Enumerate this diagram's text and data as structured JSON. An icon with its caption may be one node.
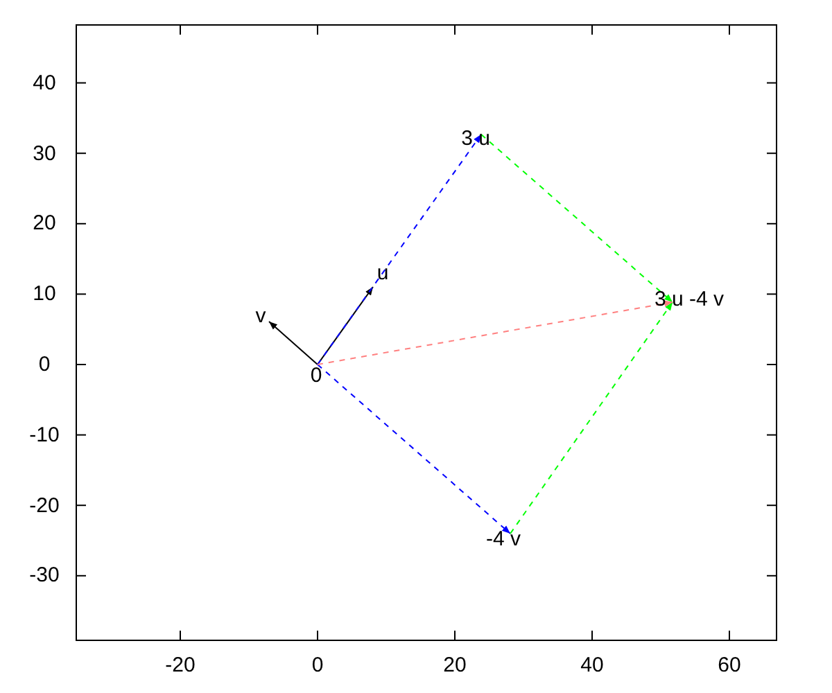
{
  "diagram": {
    "nodes": [
      {
        "text": [
          "0"
        ]
      },
      {
        "text": [
          "u"
        ]
      },
      {
        "text": [
          "v"
        ]
      },
      {
        "text": [
          "3 u"
        ]
      },
      {
        "text": [
          "-4 v"
        ]
      },
      {
        "text": [
          "3 u -4 v"
        ]
      }
    ],
    "edges": [
      {
        "from": 0,
        "to": 1,
        "arrow": "to"
      },
      {
        "from": 0,
        "to": 2,
        "arrow": "to"
      },
      {
        "from": 0,
        "to": 3,
        "arrow": "to",
        "style": "dashed",
        "color": "#0000ff"
      },
      {
        "from": 0,
        "to": 4,
        "arrow": "to",
        "style": "dashed",
        "color": "#0000ff"
      },
      {
        "from": 3,
        "to": 5,
        "arrow": "to",
        "style": "dashed",
        "color": "#00ff00"
      },
      {
        "from": 4,
        "to": 5,
        "arrow": "to",
        "style": "dashed",
        "color": "#00ff00"
      },
      {
        "from": 0,
        "to": 5,
        "arrow": "to",
        "style": "dashed",
        "color": "#ff8080"
      }
    ],
    "labels": [
      "40",
      "30",
      "20",
      "10",
      "0",
      "-10",
      "-20",
      "-30",
      "-20",
      "0",
      "20",
      "40",
      "60"
    ]
  }
}
